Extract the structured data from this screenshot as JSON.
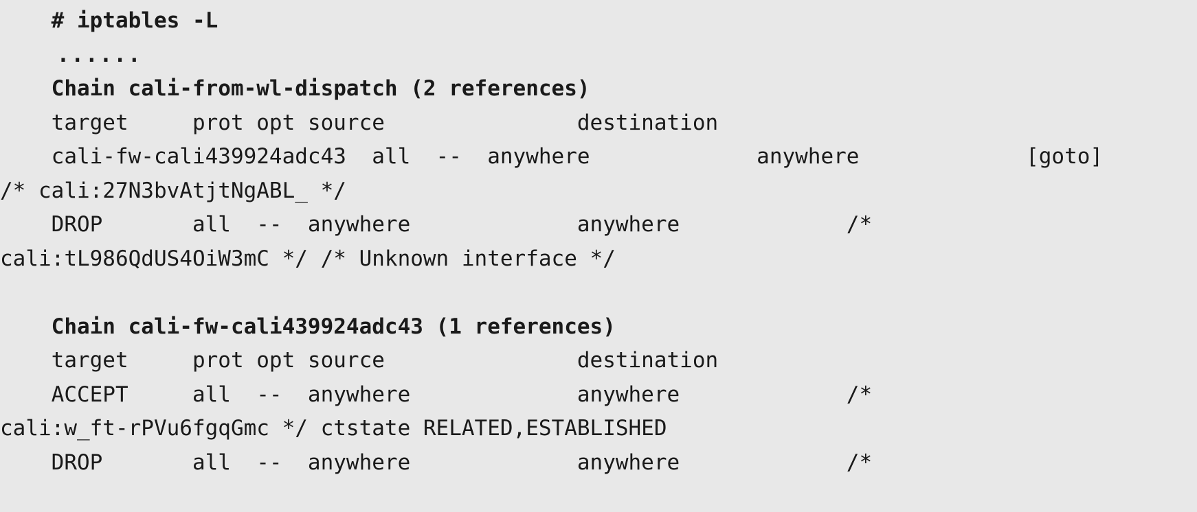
{
  "terminal": {
    "background_color": "#e8e8e8",
    "text_color": "#1a1a1a",
    "command": "    # iptables -L",
    "lines": [
      {
        "text": "    # iptables -L",
        "bold": true,
        "style": "command"
      },
      {
        "text": "    ......",
        "bold": true,
        "style": "ellipsis"
      },
      {
        "text": "    Chain cali-from-wl-dispatch (2 references)",
        "bold": true,
        "style": "chain-header"
      },
      {
        "text": "    target     prot opt source               destination",
        "bold": false,
        "style": "column-header"
      },
      {
        "text": "    cali-fw-cali439924adc43  all  --  anywhere             anywhere             [goto]",
        "bold": false,
        "style": "rule"
      },
      {
        "text": "/* cali:27N3bvAtjtNgABL_ */",
        "bold": false,
        "style": "rule-continuation"
      },
      {
        "text": "    DROP       all  --  anywhere             anywhere             /*",
        "bold": false,
        "style": "rule"
      },
      {
        "text": "cali:tL986QdUS4OiW3mC */ /* Unknown interface */",
        "bold": false,
        "style": "rule-continuation"
      },
      {
        "text": "",
        "bold": false,
        "style": "blank"
      },
      {
        "text": "    Chain cali-fw-cali439924adc43 (1 references)",
        "bold": true,
        "style": "chain-header"
      },
      {
        "text": "    target     prot opt source               destination",
        "bold": false,
        "style": "column-header"
      },
      {
        "text": "    ACCEPT     all  --  anywhere             anywhere             /*",
        "bold": false,
        "style": "rule"
      },
      {
        "text": "cali:w_ft-rPVu6fgqGmc */ ctstate RELATED,ESTABLISHED",
        "bold": false,
        "style": "rule-continuation"
      },
      {
        "text": "    DROP       all  --  anywhere             anywhere             /*",
        "bold": false,
        "style": "rule"
      }
    ],
    "chains": [
      {
        "name": "cali-from-wl-dispatch",
        "references": "2 references",
        "columns": [
          "target",
          "prot",
          "opt",
          "source",
          "destination"
        ],
        "rules": [
          {
            "target": "cali-fw-cali439924adc43",
            "prot": "all",
            "opt": "--",
            "source": "anywhere",
            "destination": "anywhere",
            "extra": "[goto]",
            "comment": "cali:27N3bvAtjtNgABL_"
          },
          {
            "target": "DROP",
            "prot": "all",
            "opt": "--",
            "source": "anywhere",
            "destination": "anywhere",
            "extra": "",
            "comment": "cali:tL986QdUS4OiW3mC",
            "comment2": "Unknown interface"
          }
        ]
      },
      {
        "name": "cali-fw-cali439924adc43",
        "references": "1 references",
        "columns": [
          "target",
          "prot",
          "opt",
          "source",
          "destination"
        ],
        "rules": [
          {
            "target": "ACCEPT",
            "prot": "all",
            "opt": "--",
            "source": "anywhere",
            "destination": "anywhere",
            "extra": "",
            "comment": "cali:w_ft-rPVu6fgqGmc",
            "match": "ctstate RELATED,ESTABLISHED"
          },
          {
            "target": "DROP",
            "prot": "all",
            "opt": "--",
            "source": "anywhere",
            "destination": "anywhere",
            "extra": "",
            "comment": ""
          }
        ]
      }
    ]
  }
}
